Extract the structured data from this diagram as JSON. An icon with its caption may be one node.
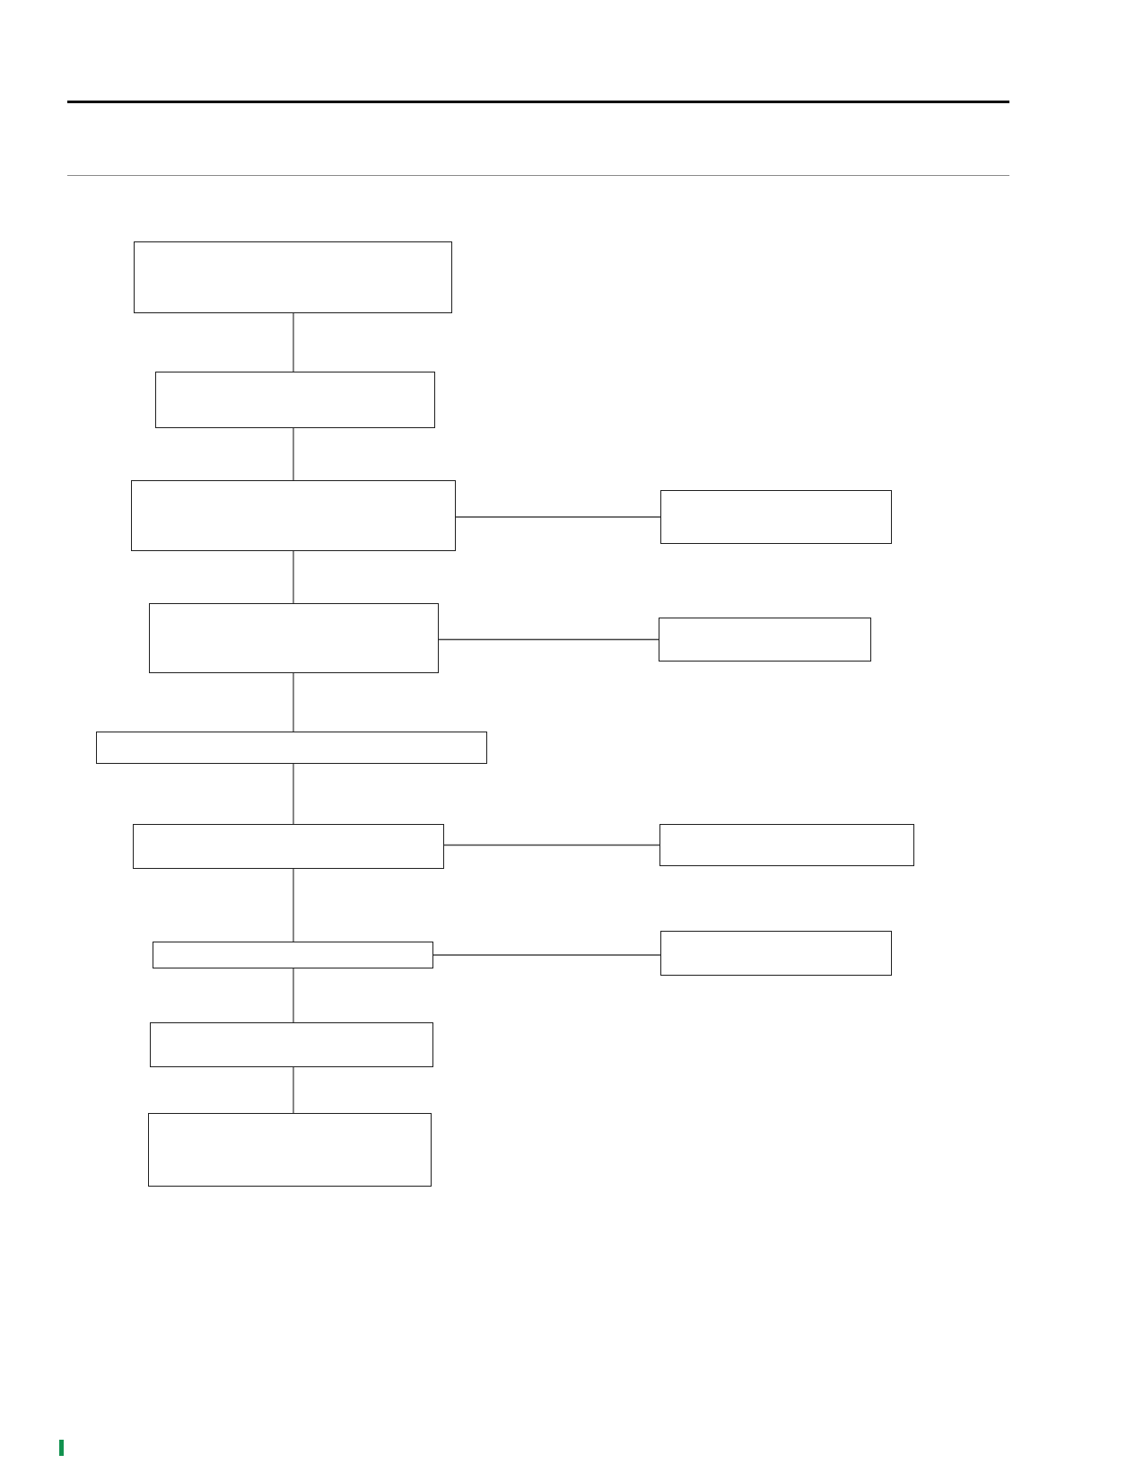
{
  "diagram": {
    "nodes": [
      {
        "text": [],
        "shape": "box"
      },
      {
        "text": [],
        "shape": "box"
      },
      {
        "text": [],
        "shape": "box"
      },
      {
        "text": [],
        "shape": "box"
      },
      {
        "text": [],
        "shape": "box"
      },
      {
        "text": [],
        "shape": "box"
      },
      {
        "text": [],
        "shape": "box"
      },
      {
        "text": [],
        "shape": "box"
      },
      {
        "text": [],
        "shape": "box"
      },
      {
        "text": [],
        "shape": "box"
      },
      {
        "text": [],
        "shape": "box"
      },
      {
        "text": [],
        "shape": "box"
      },
      {
        "text": [],
        "shape": "box"
      }
    ],
    "edges": [
      {
        "from": 0,
        "to": 1,
        "arrow": "none"
      },
      {
        "from": 1,
        "to": 2,
        "arrow": "none"
      },
      {
        "from": 2,
        "to": 3,
        "arrow": "none"
      },
      {
        "from": 2,
        "to": 4,
        "arrow": "none"
      },
      {
        "from": 4,
        "to": 5,
        "arrow": "none"
      },
      {
        "from": 4,
        "to": 6,
        "arrow": "none"
      },
      {
        "from": 6,
        "to": 7,
        "arrow": "none"
      },
      {
        "from": 7,
        "to": 8,
        "arrow": "none"
      },
      {
        "from": 7,
        "to": 9,
        "arrow": "none"
      },
      {
        "from": 9,
        "to": 10,
        "arrow": "none"
      },
      {
        "from": 9,
        "to": 11,
        "arrow": "none"
      },
      {
        "from": 11,
        "to": 12,
        "arrow": "none"
      }
    ]
  }
}
